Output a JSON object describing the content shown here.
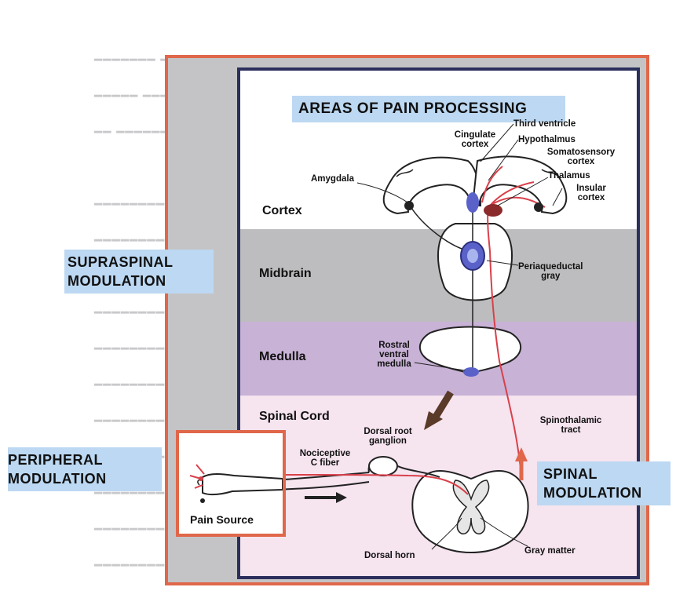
{
  "title": "AREAS OF PAIN PROCESSING",
  "levels": {
    "cortex": "Cortex",
    "midbrain": "Midbrain",
    "medulla": "Medulla",
    "spinal_cord": "Spinal Cord"
  },
  "structures": {
    "third_ventricle": "Third ventricle",
    "cingulate_line1": "Cingulate",
    "cingulate_line2": "cortex",
    "hypothalmus": "Hypothalmus",
    "somatosensory_line1": "Somatosensory",
    "somatosensory_line2": "cortex",
    "thalamus": "Thalamus",
    "insular_line1": "Insular",
    "insular_line2": "cortex",
    "amygdala": "Amygdala",
    "periaqueductal_line1": "Periaqueductal",
    "periaqueductal_line2": "gray",
    "rostral_line1": "Rostral",
    "rostral_line2": "ventral",
    "rostral_line3": "medulla",
    "spinothalamic_line1": "Spinothalamic",
    "spinothalamic_line2": "tract",
    "dorsal_root_line1": "Dorsal root",
    "dorsal_root_line2": "ganglion",
    "nociceptive_line1": "Nociceptive",
    "nociceptive_line2": "C fiber",
    "dorsal_horn": "Dorsal horn",
    "gray_matter": "Gray matter",
    "pain_source": "Pain Source"
  },
  "modulation": {
    "supraspinal_line1": "SUPRASPINAL",
    "supraspinal_line2": "MODULATION",
    "peripheral_line1": "PERIPHERAL",
    "peripheral_line2": "MODULATION",
    "spinal_line1": "SPINAL",
    "spinal_line2": "MODULATION"
  },
  "colors": {
    "frame_orange": "#e0674a",
    "frame_navy": "#2b2f5c",
    "midbrain_gray": "#bdbdbf",
    "medulla_purple": "#c8b2d6",
    "spinal_pink": "#f6e4ef",
    "label_blue": "#bcd8f2",
    "pathway_red": "#d9404a"
  }
}
